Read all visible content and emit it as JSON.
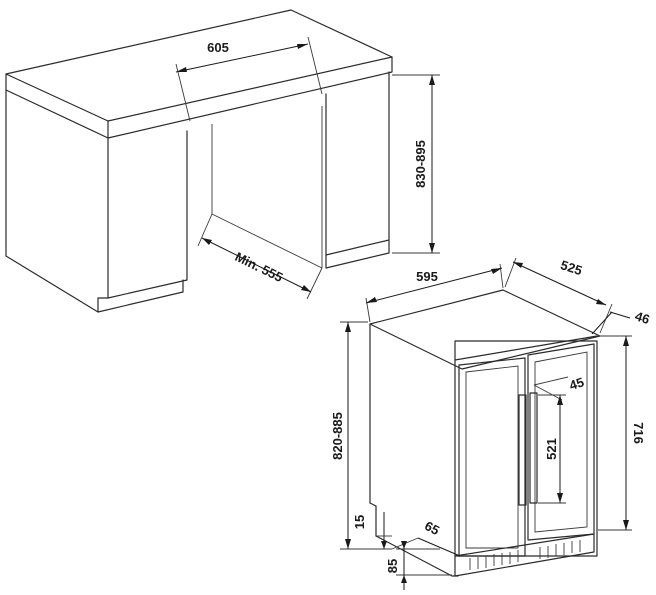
{
  "dimensions": {
    "cabinet_width": "605",
    "cabinet_height": "830-895",
    "cabinet_depth_min": "Min. 555",
    "appliance_width": "595",
    "appliance_depth": "525",
    "door_thickness": "46",
    "door_open_angle": "45",
    "appliance_height": "820-885",
    "door_height": "716",
    "handle_length": "521",
    "base_clearance": "15",
    "handle_offset": "65",
    "foot_height": "85"
  }
}
